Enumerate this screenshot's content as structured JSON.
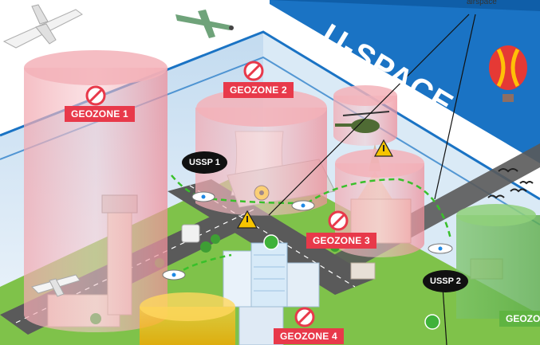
{
  "banner": {
    "title": "U-SPACE"
  },
  "callout": {
    "text": "airspace"
  },
  "geozones": [
    {
      "id": 1,
      "label": "GEOZONE 1"
    },
    {
      "id": 2,
      "label": "GEOZONE 2"
    },
    {
      "id": 3,
      "label": "GEOZONE 3"
    },
    {
      "id": 4,
      "label": "GEOZONE 4"
    },
    {
      "id": 5,
      "label": "GEOZON"
    }
  ],
  "ussp": [
    {
      "id": 1,
      "label": "USSP 1"
    },
    {
      "id": 2,
      "label": "USSP 2"
    }
  ],
  "colors": {
    "geozone_red": "#e8394a",
    "banner_blue": "#1a73c4",
    "ground_green": "#7fc24a",
    "road_gray": "#5a5a5a",
    "route_green": "#39c02a",
    "geozone_green": "#5fb441"
  },
  "icons": {
    "no_entry": "no-entry-icon",
    "warning": "warning-triangle-icon",
    "radiation": "radiation-icon",
    "helipad": "helipad-icon"
  }
}
